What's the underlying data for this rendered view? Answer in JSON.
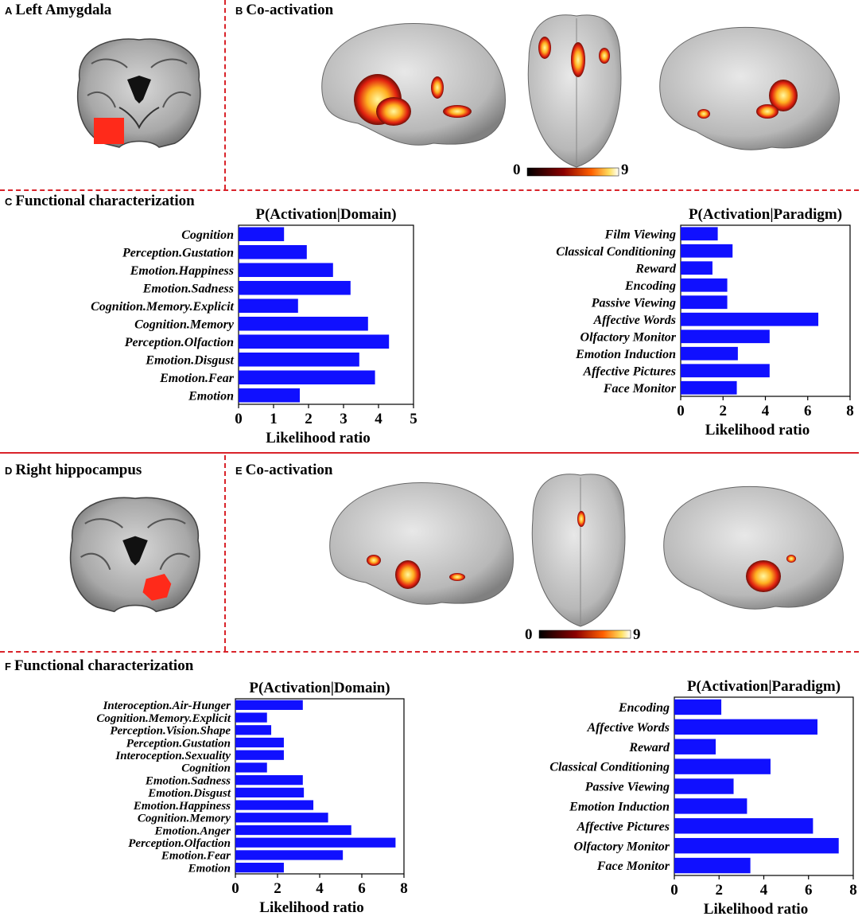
{
  "panels": {
    "A": {
      "letter": "A",
      "title": "Left Amygdala"
    },
    "B": {
      "letter": "B",
      "title": "Co-activation",
      "scale_min": "0",
      "scale_max": "9"
    },
    "C": {
      "letter": "C",
      "title": "Functional characterization"
    },
    "D": {
      "letter": "D",
      "title": "Right hippocampus"
    },
    "E": {
      "letter": "E",
      "title": "Co-activation",
      "scale_min": "0",
      "scale_max": "9"
    },
    "F": {
      "letter": "F",
      "title": "Functional characterization"
    }
  },
  "colors": {
    "bar": "#1010ff",
    "divider": "#d9232a",
    "roi": "#ff2a1a"
  },
  "chart_data": [
    {
      "id": "C-domain",
      "type": "bar",
      "orientation": "horizontal",
      "title": "P(Activation|Domain)",
      "xlabel": "Likelihood ratio",
      "xlim": [
        0,
        5
      ],
      "xticks": [
        0,
        1,
        2,
        3,
        4,
        5
      ],
      "categories": [
        "Cognition",
        "Perception.Gustation",
        "Emotion.Happiness",
        "Emotion.Sadness",
        "Cognition.Memory.Explicit",
        "Cognition.Memory",
        "Perception.Olfaction",
        "Emotion.Disgust",
        "Emotion.Fear",
        "Emotion"
      ],
      "values": [
        1.3,
        1.95,
        2.7,
        3.2,
        1.7,
        3.7,
        4.3,
        3.45,
        3.9,
        1.75
      ]
    },
    {
      "id": "C-paradigm",
      "type": "bar",
      "orientation": "horizontal",
      "title": "P(Activation|Paradigm)",
      "xlabel": "Likelihood ratio",
      "xlim": [
        0,
        8
      ],
      "xticks": [
        0,
        2,
        4,
        6,
        8
      ],
      "categories": [
        "Film Viewing",
        "Classical Conditioning",
        "Reward",
        "Encoding",
        "Passive Viewing",
        "Affective Words",
        "Olfactory Monitor",
        "Emotion Induction",
        "Affective Pictures",
        "Face Monitor"
      ],
      "values": [
        1.75,
        2.45,
        1.5,
        2.2,
        2.2,
        6.5,
        4.2,
        2.7,
        4.2,
        2.65
      ]
    },
    {
      "id": "F-domain",
      "type": "bar",
      "orientation": "horizontal",
      "title": "P(Activation|Domain)",
      "xlabel": "Likelihood ratio",
      "xlim": [
        0,
        8
      ],
      "xticks": [
        0,
        2,
        4,
        6,
        8
      ],
      "categories": [
        "Interoception.Air-Hunger",
        "Cognition.Memory.Explicit",
        "Perception.Vision.Shape",
        "Perception.Gustation",
        "Interoception.Sexuality",
        "Cognition",
        "Emotion.Sadness",
        "Emotion.Disgust",
        "Emotion.Happiness",
        "Cognition.Memory",
        "Emotion.Anger",
        "Perception.Olfaction",
        "Emotion.Fear",
        "Emotion"
      ],
      "values": [
        3.2,
        1.5,
        1.7,
        2.3,
        2.3,
        1.5,
        3.2,
        3.25,
        3.7,
        4.4,
        5.5,
        7.6,
        5.1,
        2.3
      ]
    },
    {
      "id": "F-paradigm",
      "type": "bar",
      "orientation": "horizontal",
      "title": "P(Activation|Paradigm)",
      "xlabel": "Likelihood ratio",
      "xlim": [
        0,
        8
      ],
      "xticks": [
        0,
        2,
        4,
        6,
        8
      ],
      "categories": [
        "Encoding",
        "Affective Words",
        "Reward",
        "Classical Conditioning",
        "Passive Viewing",
        "Emotion Induction",
        "Affective Pictures",
        "Olfactory Monitor",
        "Face Monitor"
      ],
      "values": [
        2.1,
        6.4,
        1.85,
        4.3,
        2.65,
        3.25,
        6.2,
        7.35,
        3.4
      ]
    }
  ]
}
